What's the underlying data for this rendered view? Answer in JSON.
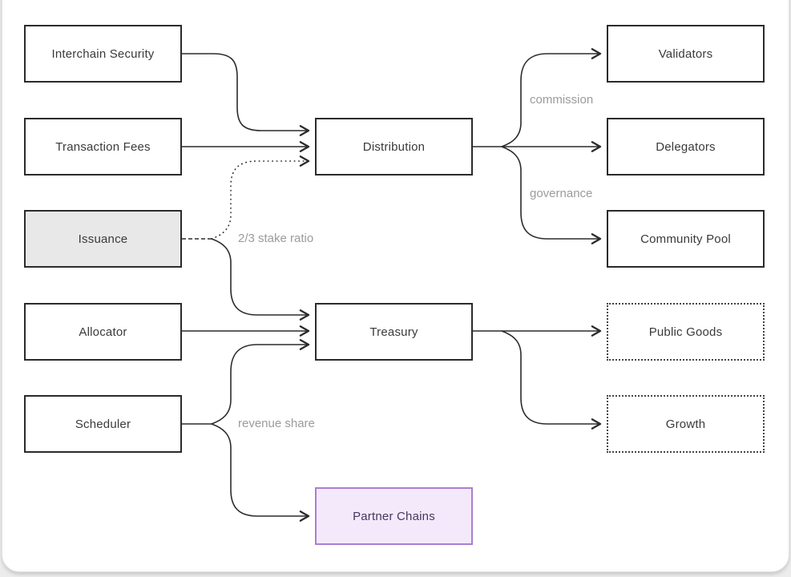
{
  "diagram": {
    "nodes": {
      "interchain_security": {
        "label": "Interchain Security"
      },
      "transaction_fees": {
        "label": "Transaction Fees"
      },
      "issuance": {
        "label": "Issuance"
      },
      "allocator": {
        "label": "Allocator"
      },
      "scheduler": {
        "label": "Scheduler"
      },
      "distribution": {
        "label": "Distribution"
      },
      "treasury": {
        "label": "Treasury"
      },
      "partner_chains": {
        "label": "Partner Chains"
      },
      "validators": {
        "label": "Validators"
      },
      "delegators": {
        "label": "Delegators"
      },
      "community_pool": {
        "label": "Community Pool"
      },
      "public_goods": {
        "label": "Public Goods"
      },
      "growth": {
        "label": "Growth"
      }
    },
    "edge_labels": {
      "commission": "commission",
      "governance": "governance",
      "stake_ratio": "2/3 stake ratio",
      "revenue_share": "revenue share"
    },
    "edges": [
      {
        "from": "interchain_security",
        "to": "distribution",
        "style": "solid"
      },
      {
        "from": "transaction_fees",
        "to": "distribution",
        "style": "solid"
      },
      {
        "from": "issuance",
        "to": "distribution",
        "style": "dotted",
        "label": "2/3 stake ratio"
      },
      {
        "from": "issuance",
        "to": "treasury",
        "style": "solid"
      },
      {
        "from": "allocator",
        "to": "treasury",
        "style": "solid"
      },
      {
        "from": "scheduler",
        "to": "treasury",
        "style": "solid"
      },
      {
        "from": "scheduler",
        "to": "partner_chains",
        "style": "solid",
        "label": "revenue share"
      },
      {
        "from": "distribution",
        "to": "validators",
        "style": "solid",
        "label": "commission"
      },
      {
        "from": "distribution",
        "to": "delegators",
        "style": "solid"
      },
      {
        "from": "distribution",
        "to": "community_pool",
        "style": "solid",
        "label": "governance"
      },
      {
        "from": "treasury",
        "to": "public_goods",
        "style": "solid"
      },
      {
        "from": "treasury",
        "to": "growth",
        "style": "solid"
      }
    ],
    "colors": {
      "node_border": "#2b2b2b",
      "node_text": "#3a3a3a",
      "issuance_fill": "#e8e8e8",
      "partner_fill": "#f3e9fb",
      "partner_border": "#a97fd1",
      "partner_text": "#463660",
      "edge_stroke": "#2b2b2b",
      "edge_label_gray": "#9b9b9b",
      "card_bg": "#ffffff",
      "page_bg": "#ececec"
    }
  }
}
